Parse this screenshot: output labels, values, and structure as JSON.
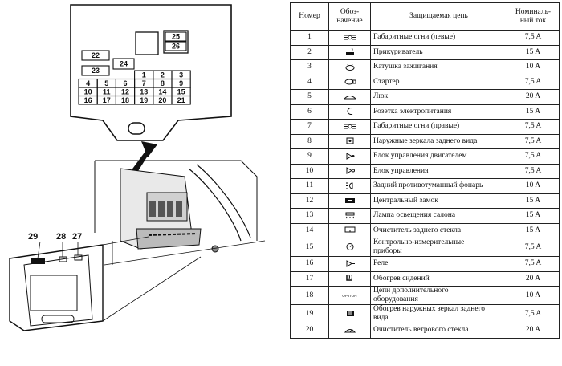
{
  "figure": {
    "fuse_labels": [
      "1",
      "2",
      "3",
      "4",
      "5",
      "6",
      "7",
      "8",
      "9",
      "10",
      "11",
      "12",
      "13",
      "14",
      "15",
      "16",
      "17",
      "18",
      "19",
      "20",
      "21",
      "22",
      "23",
      "24",
      "25",
      "26"
    ],
    "callouts": [
      "29",
      "28",
      "27"
    ]
  },
  "table": {
    "headers": {
      "number": "Номер",
      "symbol": "Обоз-\nначение",
      "circuit": "Защищаемая цепь",
      "current": "Номиналь-\nный ток"
    },
    "rows": [
      {
        "number": "1",
        "symbol_icon": "parking-lights-icon",
        "circuit": "Габаритные огни (левые)",
        "current": "7,5 A"
      },
      {
        "number": "2",
        "symbol_icon": "cigarette-lighter-icon",
        "circuit": "Прикуриватель",
        "current": "15 A"
      },
      {
        "number": "3",
        "symbol_icon": "ignition-coil-icon",
        "circuit": "Катушка зажигания",
        "current": "10 A"
      },
      {
        "number": "4",
        "symbol_icon": "starter-icon",
        "circuit": "Стартер",
        "current": "7,5 A"
      },
      {
        "number": "5",
        "symbol_icon": "sunroof-icon",
        "circuit": "Люк",
        "current": "20 A"
      },
      {
        "number": "6",
        "symbol_icon": "power-outlet-icon",
        "circuit": "Розетка электропитания",
        "current": "15 A"
      },
      {
        "number": "7",
        "symbol_icon": "parking-lights-icon",
        "circuit": "Габаритные огни (правые)",
        "current": "7,5 A"
      },
      {
        "number": "8",
        "symbol_icon": "outside-mirrors-icon",
        "circuit": "Наружные зеркала заднего вида",
        "current": "7,5 A"
      },
      {
        "number": "9",
        "symbol_icon": "engine-control-icon",
        "circuit": "Блок управления двигателем",
        "current": "7,5 A"
      },
      {
        "number": "10",
        "symbol_icon": "control-unit-icon",
        "circuit": "Блок управления",
        "current": "7,5 A"
      },
      {
        "number": "11",
        "symbol_icon": "rear-fog-lamp-icon",
        "circuit": "Задний противотуманный фонарь",
        "current": "10 A"
      },
      {
        "number": "12",
        "symbol_icon": "central-lock-icon",
        "circuit": "Центральный замок",
        "current": "15 A"
      },
      {
        "number": "13",
        "symbol_icon": "dome-lamp-icon",
        "circuit": "Лампа освещения салона",
        "current": "15 A"
      },
      {
        "number": "14",
        "symbol_icon": "rear-wiper-icon",
        "circuit": "Очиститель заднего стекла",
        "current": "15 A"
      },
      {
        "number": "15",
        "symbol_icon": "instruments-icon",
        "circuit": "Контрольно-измерительные\nприборы",
        "current": "7,5 A",
        "tall": true
      },
      {
        "number": "16",
        "symbol_icon": "relay-icon",
        "circuit": "Реле",
        "current": "7,5 A"
      },
      {
        "number": "17",
        "symbol_icon": "seat-heater-icon",
        "circuit": "Обогрев сидений",
        "current": "20 A"
      },
      {
        "number": "18",
        "symbol_icon": "option-icon",
        "symbol_text": "OPTION",
        "circuit": "Цепи дополнительного\nоборудования",
        "current": "10 A",
        "tall": true
      },
      {
        "number": "19",
        "symbol_icon": "mirror-heater-icon",
        "circuit": "Обогрев наружных зеркал заднего\nвида",
        "current": "7,5 A",
        "tall": true
      },
      {
        "number": "20",
        "symbol_icon": "windshield-wiper-icon",
        "circuit": "Очиститель ветрового стекла",
        "current": "20 A"
      }
    ]
  }
}
